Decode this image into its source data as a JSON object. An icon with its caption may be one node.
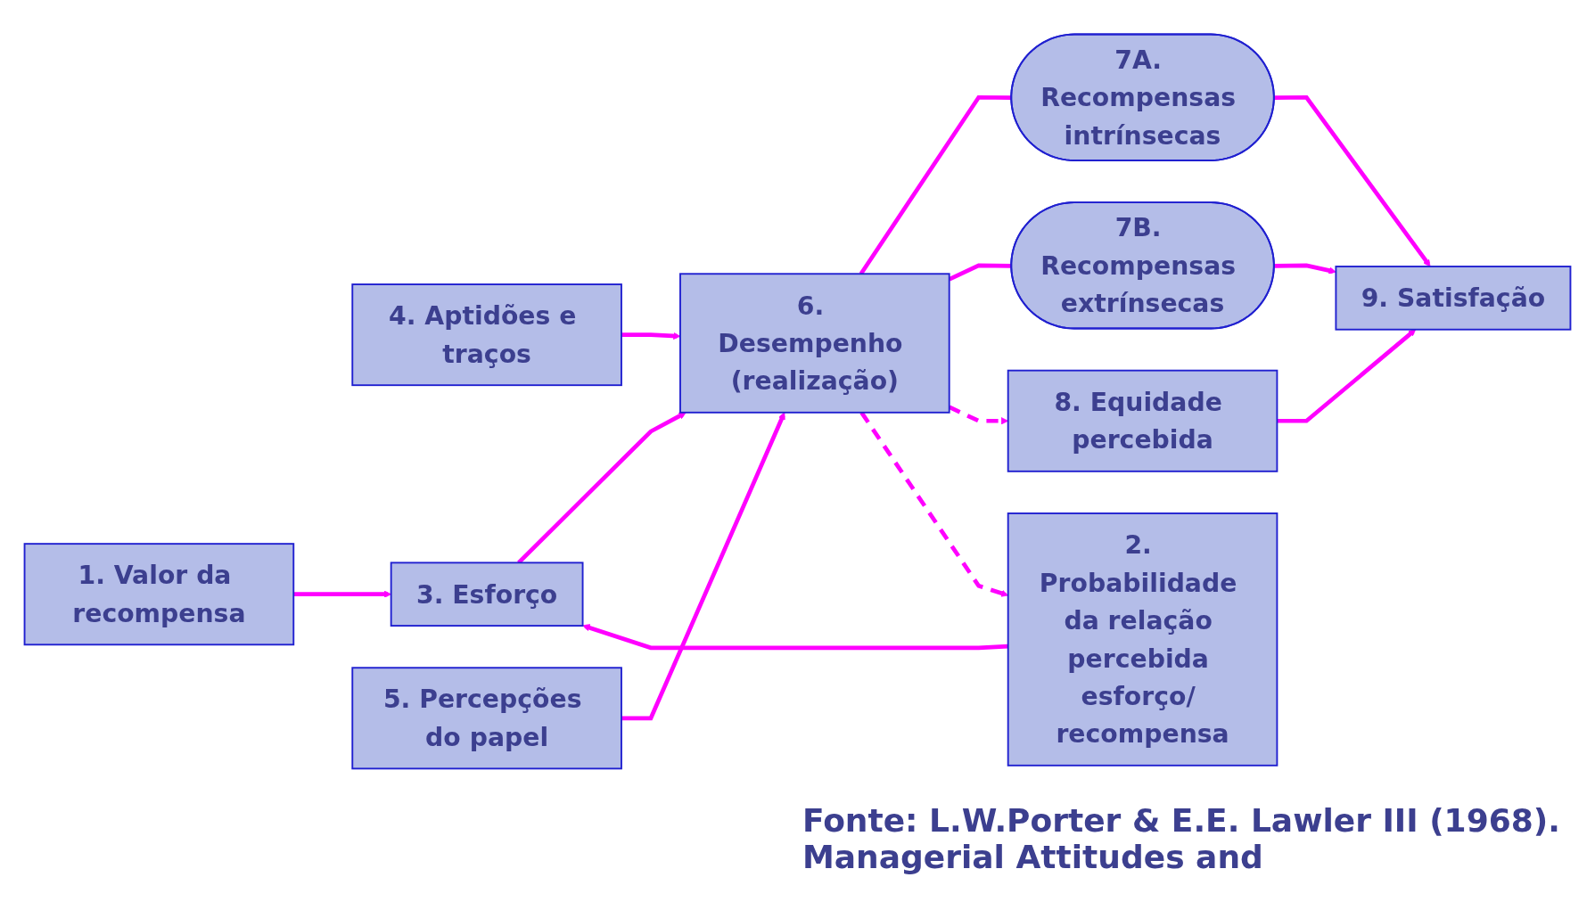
{
  "diagram": {
    "caption": "Fonte: L.W.Porter & E.E. Lawler III (1968). Managerial Attitudes and",
    "nodes": [
      {
        "text": [
          "1. Valor da recompensa"
        ]
      },
      {
        "text": [
          "4. Aptidões e traços"
        ]
      },
      {
        "text": [
          "8. Equidade percebida"
        ]
      },
      {
        "text": [
          "7A. Recompensas intrínsecas"
        ]
      },
      {
        "text": [
          "3. Esforço"
        ]
      },
      {
        "text": [
          "6. Desempenho (realização)"
        ]
      },
      {
        "text": [
          "9. Satisfação"
        ]
      },
      {
        "text": [
          "7B. Recompensas extrínsecas"
        ]
      },
      {
        "text": [
          "2. Probabilidade da relação percebida esforço/ recompensa"
        ]
      },
      {
        "text": [
          "5. Percepções do papel"
        ]
      }
    ],
    "edges": [
      {
        "from": 0,
        "to": 4,
        "arrow": "to"
      },
      {
        "from": 8,
        "to": 4,
        "arrow": "to"
      },
      {
        "from": 4,
        "to": 5,
        "arrow": "to"
      },
      {
        "from": 1,
        "to": 5,
        "arrow": "to"
      },
      {
        "from": 9,
        "to": 5,
        "arrow": "to"
      },
      {
        "from": 5,
        "to": 3,
        "arrow": "none"
      },
      {
        "from": 5,
        "to": 7,
        "arrow": "none"
      },
      {
        "from": 3,
        "to": 6,
        "arrow": "to"
      },
      {
        "from": 7,
        "to": 6,
        "arrow": "to"
      },
      {
        "from": 2,
        "to": 6,
        "arrow": "to"
      },
      {
        "from": 5,
        "to": 2,
        "arrow": "to",
        "style": "dashed"
      },
      {
        "from": 5,
        "to": 8,
        "arrow": "to",
        "style": "dashed"
      }
    ]
  }
}
